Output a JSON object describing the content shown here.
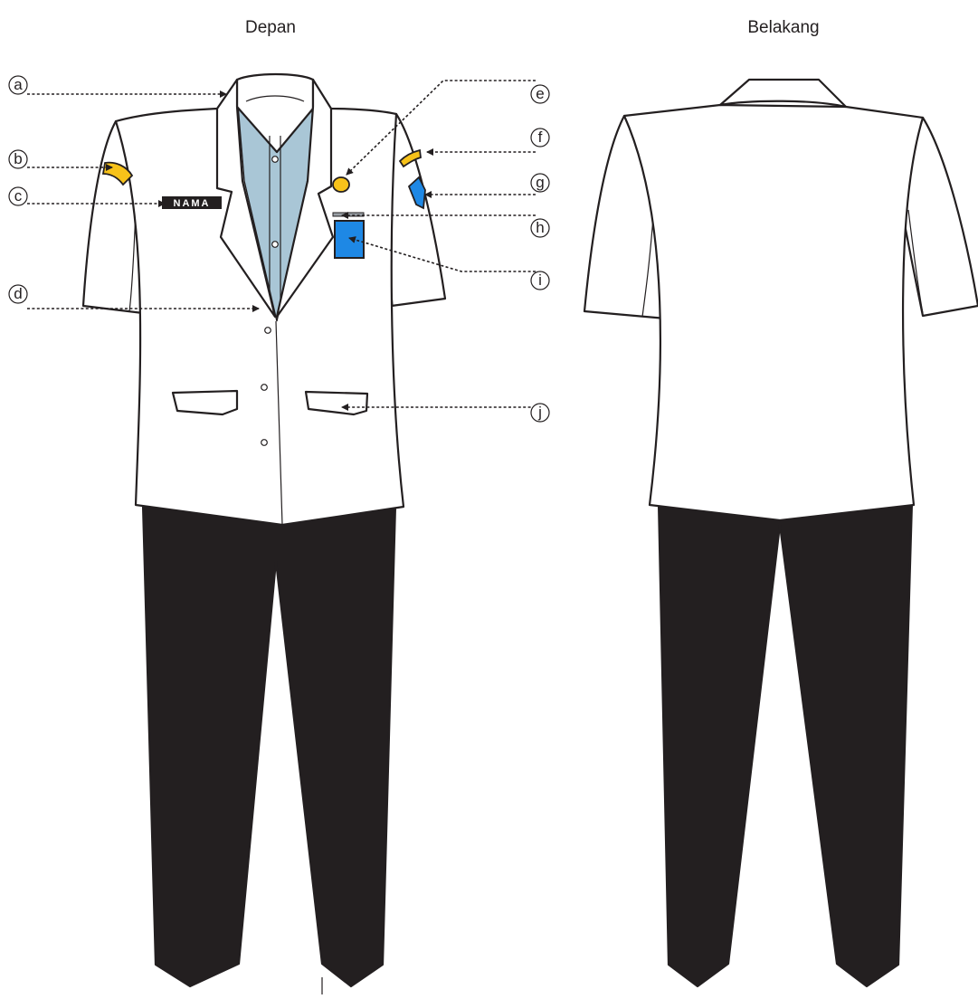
{
  "views": {
    "front_title": "Depan",
    "back_title": "Belakang"
  },
  "name_tag_text": "NAMA",
  "callouts": [
    "a",
    "b",
    "c",
    "d",
    "e",
    "f",
    "g",
    "h",
    "i",
    "j"
  ],
  "colors": {
    "outline": "#231f20",
    "trousers": "#231f20",
    "jacket": "#ffffff",
    "shirt": "#a9c6d6",
    "badge_yellow": "#f7c21a",
    "badge_blue": "#1e88e5"
  }
}
